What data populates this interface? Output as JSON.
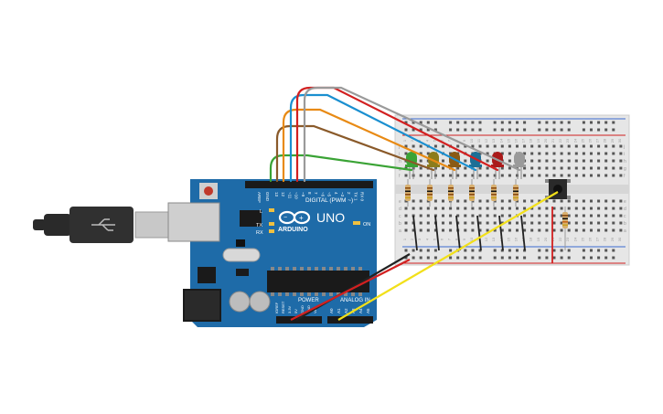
{
  "board": {
    "brand": "ARDUINO",
    "model": "UNO",
    "digital_header": "DIGITAL (PWM ~)",
    "power_header": "POWER",
    "analog_header": "ANALOG IN",
    "on_label": "ON",
    "tx_label": "TX",
    "rx_label": "RX",
    "l_label": "L",
    "aref_label": "AREF",
    "gnd_label": "GND",
    "digital_pins": [
      "13",
      "12",
      "~11",
      "~10",
      "~9",
      "8",
      "7",
      "~6",
      "~5",
      "4",
      "~3",
      "2",
      "TX 1",
      "RX 0"
    ],
    "power_pins": [
      "IOREF",
      "RESET",
      "3.3V",
      "5V",
      "GND",
      "GND",
      "Vin"
    ],
    "analog_pins": [
      "A0",
      "A1",
      "A2",
      "A3",
      "A4",
      "A5"
    ]
  },
  "breadboard": {
    "row_letters_top": [
      "j",
      "i",
      "h",
      "g",
      "f"
    ],
    "row_letters_bottom": [
      "e",
      "d",
      "c",
      "b",
      "a"
    ],
    "column_numbers": [
      "1",
      "2",
      "3",
      "4",
      "5",
      "6",
      "7",
      "8",
      "9",
      "10",
      "11",
      "12",
      "13",
      "14",
      "15",
      "16",
      "17",
      "18",
      "19",
      "20",
      "21",
      "22",
      "23",
      "24",
      "25",
      "26",
      "27",
      "28",
      "29",
      "30"
    ]
  },
  "leds": [
    {
      "color": "green",
      "hex": "#3aa335"
    },
    {
      "color": "olive",
      "hex": "#8c7c1c"
    },
    {
      "color": "brown",
      "hex": "#8a5a14"
    },
    {
      "color": "blue",
      "hex": "#1c6f96"
    },
    {
      "color": "red",
      "hex": "#aa1a1a"
    },
    {
      "color": "gray",
      "hex": "#9a9a9a"
    }
  ],
  "wires": [
    {
      "name": "green",
      "hex": "#3aa335"
    },
    {
      "name": "brown",
      "hex": "#8a5a2a"
    },
    {
      "name": "orange",
      "hex": "#e88a14"
    },
    {
      "name": "blue",
      "hex": "#1a8fd0"
    },
    {
      "name": "red",
      "hex": "#d22020"
    },
    {
      "name": "gray",
      "hex": "#9a9a9a"
    },
    {
      "name": "yellow-signal",
      "hex": "#f2e01a"
    },
    {
      "name": "black-ground",
      "hex": "#222222"
    },
    {
      "name": "red-power",
      "hex": "#d22020"
    }
  ],
  "colors": {
    "pcb": "#1e6ba8",
    "breadboard": "#e6e6e6",
    "usb": "#2a2a2a"
  }
}
